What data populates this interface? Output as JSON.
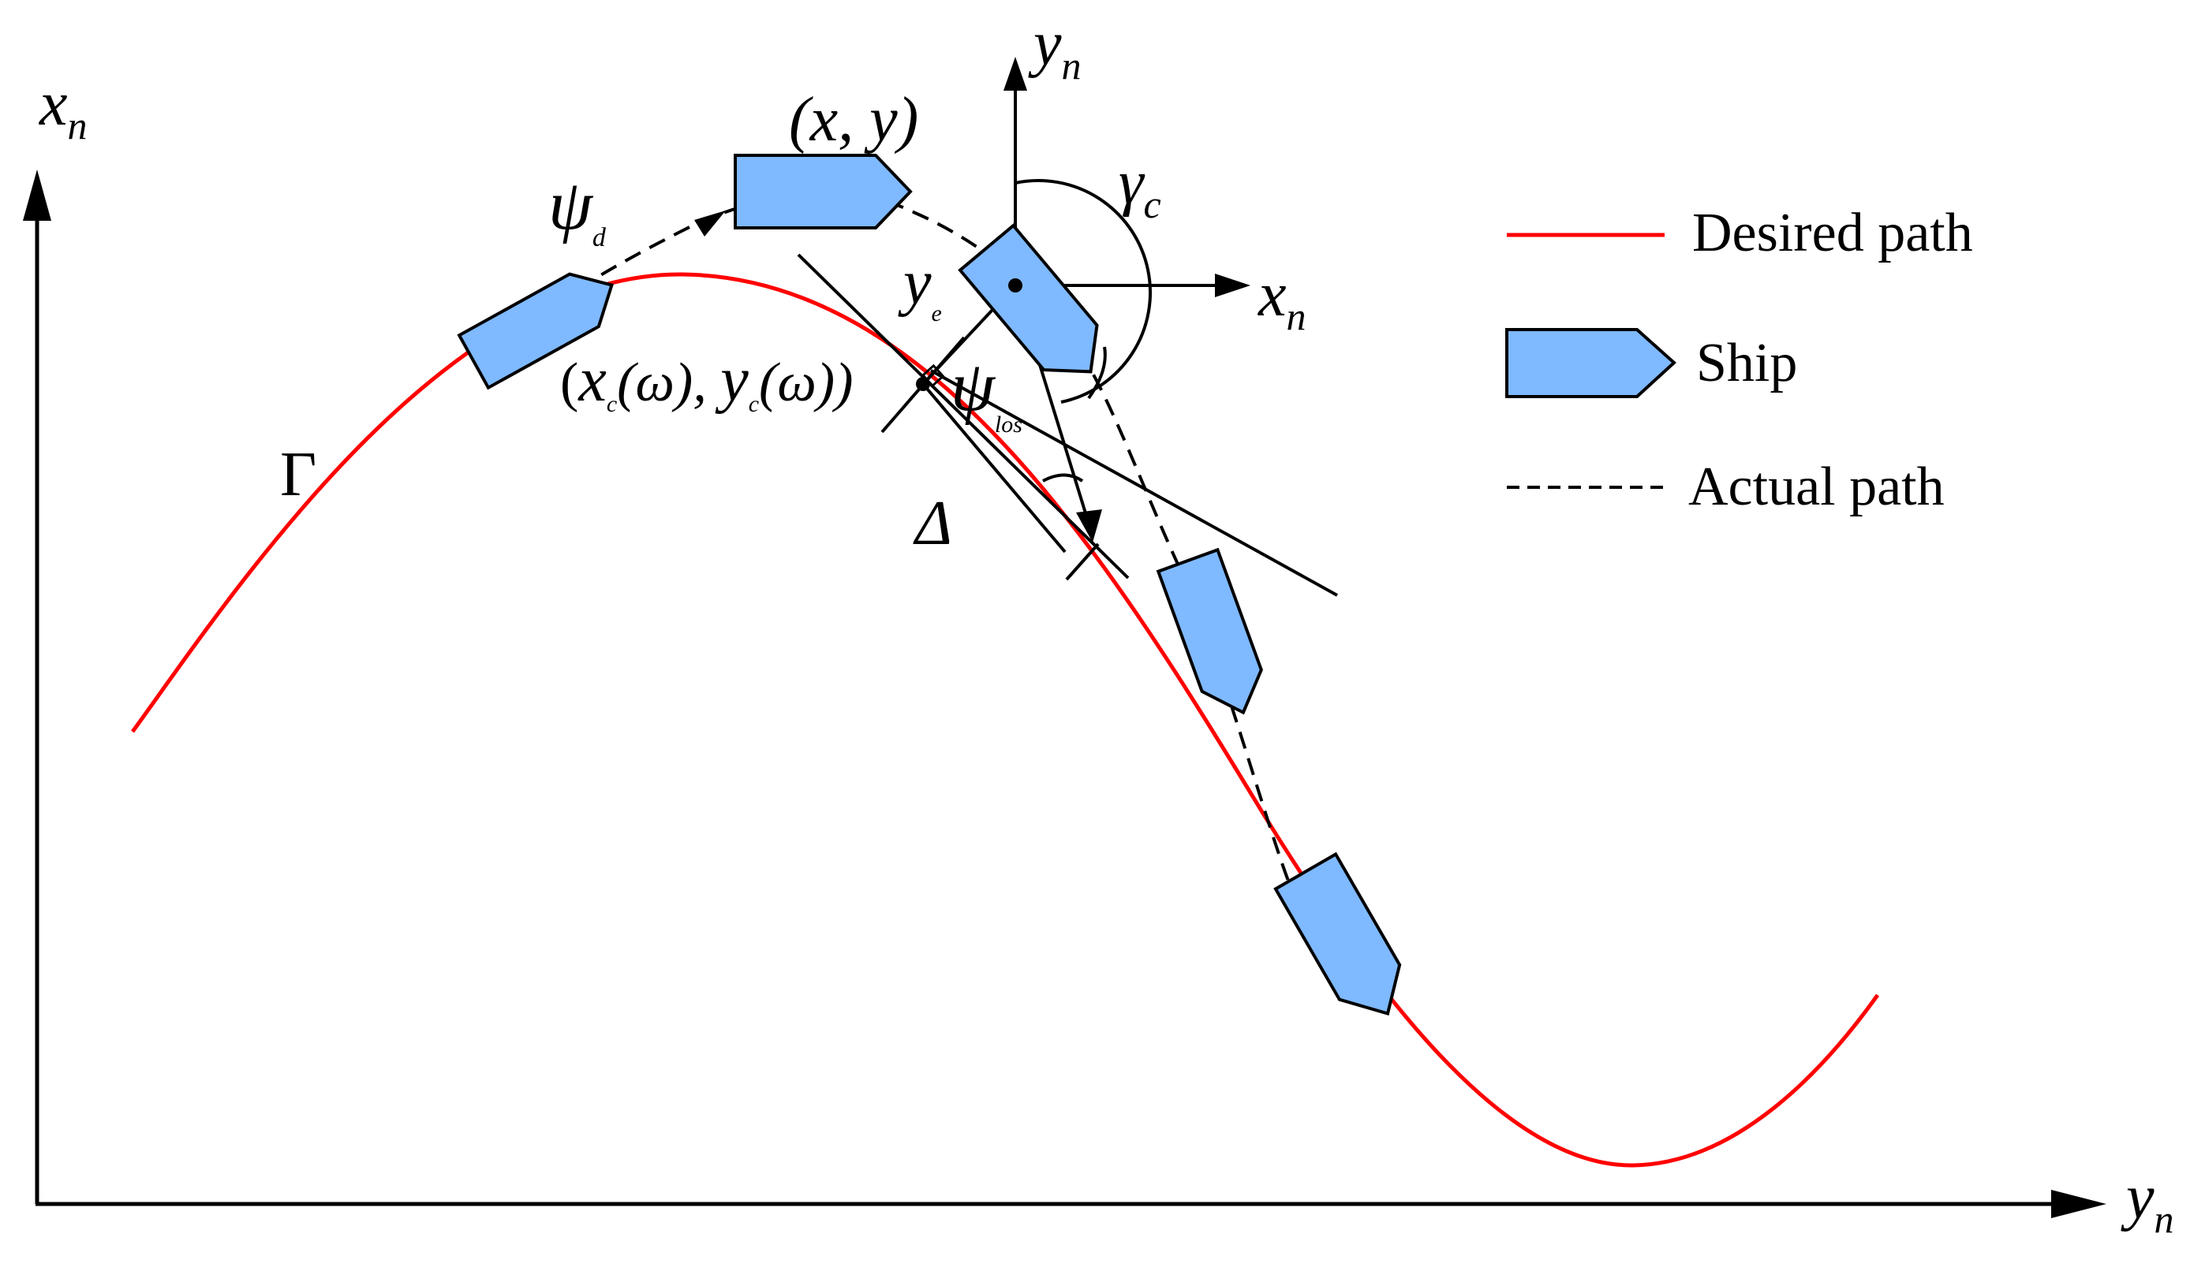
{
  "labels": {
    "axis_vertical": "x",
    "axis_vertical_sub": "n",
    "axis_horizontal": "y",
    "axis_horizontal_sub": "n",
    "body_frame_y": "y",
    "body_frame_y_sub": "n",
    "body_frame_x": "x",
    "body_frame_x_sub": "n",
    "position": "(x, y)",
    "psi_d": "ψ",
    "psi_d_sub": "d",
    "gamma_c": "γ",
    "gamma_c_sub": "c",
    "y_e": "y",
    "y_e_sub": "e",
    "psi_los": "ψ",
    "psi_los_sub": "los",
    "delta": "Δ",
    "gamma_path": "Γ",
    "point_open": "(",
    "point_x": "x",
    "point_x_sub": "c",
    "point_omega1": "(ω), ",
    "point_y": "y",
    "point_y_sub": "c",
    "point_omega2": "(ω))"
  },
  "legend": {
    "desired_path": "Desired path",
    "ship": "Ship",
    "actual_path": "Actual path"
  },
  "colors": {
    "desired_path": "#ff0000",
    "ship_fill": "#7fb9ff",
    "ship_stroke": "#000000",
    "line": "#000000"
  }
}
